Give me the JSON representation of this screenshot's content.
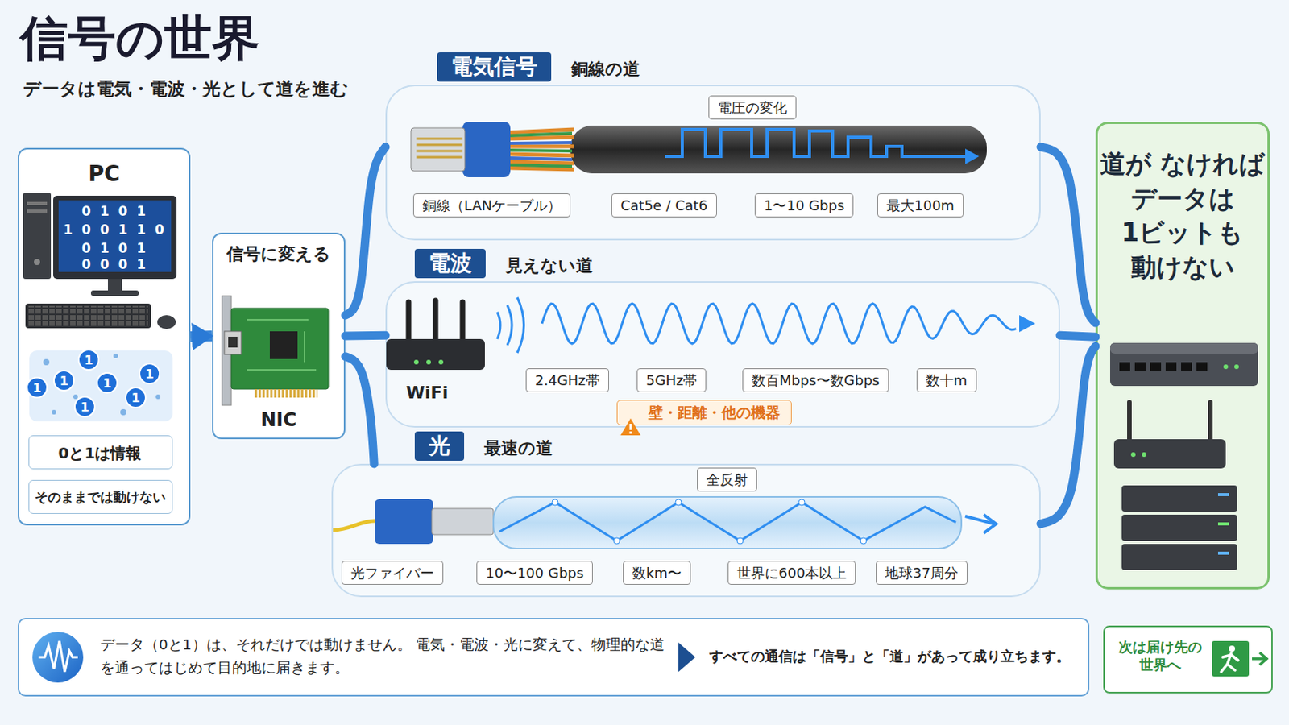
{
  "diagram": {
    "title": "信号の世界",
    "nodes": [
      {
        "text": [
          "PC"
        ]
      },
      {
        "text": [
          "0と1は情報"
        ],
        "in": 0
      },
      {
        "text": [
          "そのままでは動けない"
        ],
        "in": 0
      },
      {
        "text": [
          "信号に変える",
          "NIC"
        ]
      },
      {
        "text": [
          "電気信号",
          "銅線の道"
        ]
      },
      {
        "text": [
          "電圧の変化"
        ],
        "in": 4
      },
      {
        "text": [
          "銅線（LANケーブル）"
        ],
        "in": 4
      },
      {
        "text": [
          "Cat5e / Cat6"
        ],
        "in": 4
      },
      {
        "text": [
          "1〜10 Gbps"
        ],
        "in": 4
      },
      {
        "text": [
          "最大100m"
        ],
        "in": 4
      },
      {
        "text": [
          "電波",
          "見えない道"
        ]
      },
      {
        "text": [
          "2.4GHz帯"
        ],
        "in": 10
      },
      {
        "text": [
          "5GHz帯"
        ],
        "in": 10
      },
      {
        "text": [
          "数百Mbps〜数Gbps"
        ],
        "in": 10
      },
      {
        "text": [
          "数十m"
        ],
        "in": 10
      },
      {
        "text": [
          "壁・距離・他の機器"
        ],
        "in": 10
      },
      {
        "text": [
          "光",
          "最速の道"
        ]
      },
      {
        "text": [
          "全反射"
        ],
        "in": 16
      },
      {
        "text": [
          "光ファイバー"
        ],
        "in": 16
      },
      {
        "text": [
          "10〜100 Gbps"
        ],
        "in": 16
      },
      {
        "text": [
          "数km〜"
        ],
        "in": 16
      },
      {
        "text": [
          "世界に600本以上"
        ],
        "in": 16
      },
      {
        "text": [
          "地球37周分"
        ],
        "in": 16
      },
      {
        "text": [
          "道が なければ データは 1ビットも 動けない"
        ]
      },
      {
        "text": [
          "データ（0と1）は、それだけでは動けません。 電気・電波・光に変えて、物理的な道を通ってはじめて目的地に届きます。",
          "すべての通信は「信号」と「道」があって成り立ちます。"
        ]
      },
      {
        "text": [
          "次は届け先の 世界へ"
        ]
      }
    ],
    "edges": [
      {
        "from": 0,
        "to": 3,
        "arrow": "to"
      },
      {
        "from": 3,
        "to": 4,
        "arrow": "none"
      },
      {
        "from": 3,
        "to": 10,
        "arrow": "none"
      },
      {
        "from": 3,
        "to": 16,
        "arrow": "none"
      },
      {
        "from": 4,
        "to": 23,
        "arrow": "none"
      },
      {
        "from": 10,
        "to": 23,
        "arrow": "none"
      },
      {
        "from": 16,
        "to": 23,
        "arrow": "none"
      }
    ],
    "labels": [
      "データは電気・電波・光として道を進む",
      "0 1 0 1",
      "1 0 0 1 1 0",
      "0 1 0 1",
      "0 0 0 1",
      "1",
      "1",
      "1",
      "1",
      "1",
      "1",
      "1",
      "WiFi"
    ]
  }
}
